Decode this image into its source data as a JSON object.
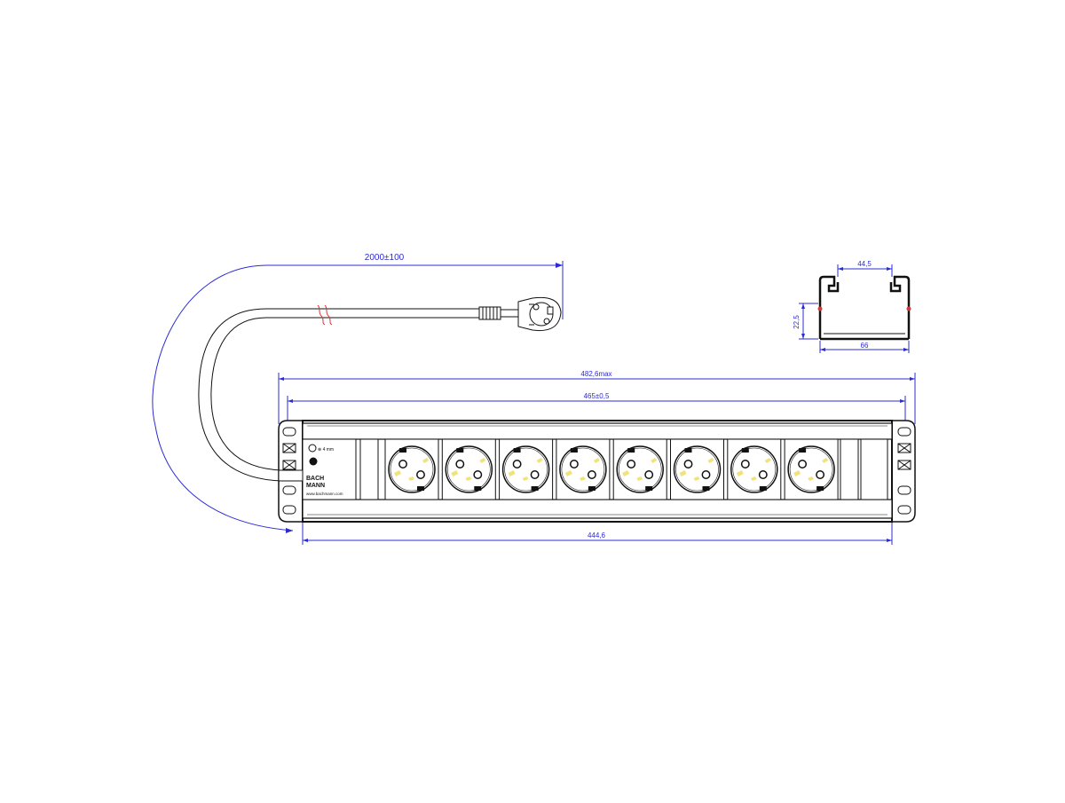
{
  "dimensions": {
    "cable_length": "2000±100",
    "profile_width_top": "44,5",
    "profile_height": "22,5",
    "profile_width_bottom": "66",
    "overall_width": "482,6max",
    "mount_width": "465±0,5",
    "body_width": "444,6"
  },
  "branding": {
    "brand_line1": "BACH",
    "brand_line2": "MANN",
    "website": "www.bachmann.com",
    "rating": "⊗ 4 mm"
  },
  "sockets": {
    "count": 8
  },
  "colors": {
    "dimension": "#2b2bd6",
    "ink": "#111111",
    "accent_mark": "#d23a3a",
    "socket_highlight": "#f2e27a"
  }
}
